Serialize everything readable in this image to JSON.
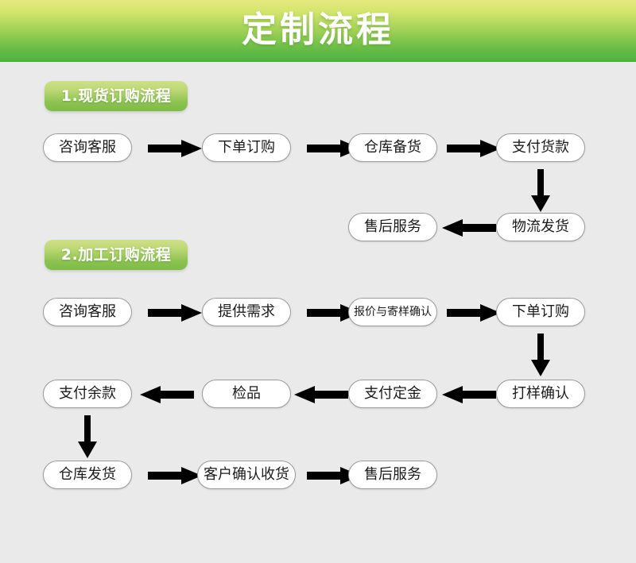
{
  "banner": {
    "title": "定制流程",
    "gradient_top": "#e4e97f",
    "gradient_bottom": "#4fb142",
    "text_color": "#ffffff"
  },
  "page": {
    "background": "#eaeaea",
    "node_fill": "#ffffff",
    "node_border": "#9a9a9a",
    "arrow_color": "#000000"
  },
  "sections": [
    {
      "badge": "1.现货订购流程",
      "nodes": [
        {
          "text": "咨询客服"
        },
        {
          "text": "下单订购"
        },
        {
          "text": "仓库备货"
        },
        {
          "text": "支付货款"
        },
        {
          "text": "物流发货"
        },
        {
          "text": "售后服务"
        }
      ]
    },
    {
      "badge": "2.加工订购流程",
      "nodes": [
        {
          "text": "咨询客服"
        },
        {
          "text": "提供需求"
        },
        {
          "text": "报价与寄样确认"
        },
        {
          "text": "下单订购"
        },
        {
          "text": "打样确认"
        },
        {
          "text": "支付定金"
        },
        {
          "text": "检品"
        },
        {
          "text": "支付余款"
        },
        {
          "text": "仓库发货"
        },
        {
          "text": "客户确认收货"
        },
        {
          "text": "售后服务"
        }
      ]
    }
  ],
  "arrows": [
    {
      "name": "arrow-right-consult-to-order",
      "direction": "right"
    },
    {
      "name": "arrow-right-order-to-stock",
      "direction": "right"
    },
    {
      "name": "arrow-right-stock-to-payment",
      "direction": "right"
    },
    {
      "name": "arrow-down-payment-to-shipping",
      "direction": "down"
    },
    {
      "name": "arrow-left-shipping-to-aftersales",
      "direction": "left"
    },
    {
      "name": "arrow-right-consult-to-requirement",
      "direction": "right"
    },
    {
      "name": "arrow-right-requirement-to-quote",
      "direction": "right"
    },
    {
      "name": "arrow-right-quote-to-order",
      "direction": "right"
    },
    {
      "name": "arrow-down-order-to-sample",
      "direction": "down"
    },
    {
      "name": "arrow-left-sample-to-deposit",
      "direction": "left"
    },
    {
      "name": "arrow-left-deposit-to-inspection",
      "direction": "left"
    },
    {
      "name": "arrow-left-inspection-to-balance",
      "direction": "left"
    },
    {
      "name": "arrow-down-balance-to-warehouse",
      "direction": "down"
    },
    {
      "name": "arrow-right-warehouse-to-receipt",
      "direction": "right"
    },
    {
      "name": "arrow-right-receipt-to-aftersales",
      "direction": "right"
    }
  ]
}
